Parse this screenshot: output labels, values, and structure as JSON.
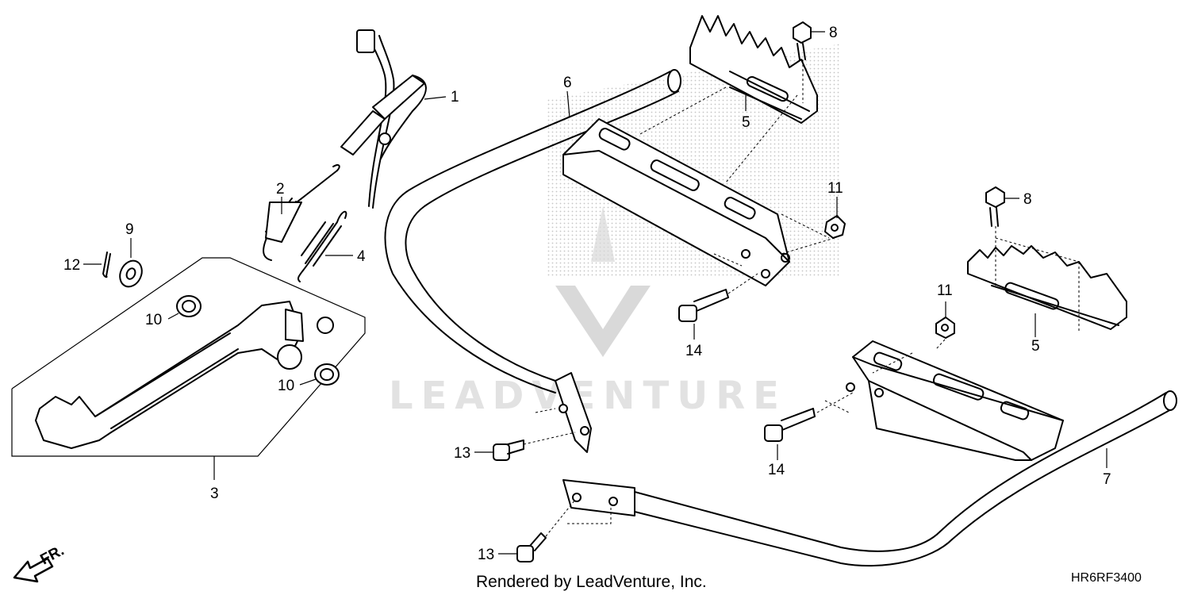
{
  "watermark": {
    "text": "LEADVENTURE"
  },
  "callouts": {
    "c1": "1",
    "c2": "2",
    "c3": "3",
    "c4": "4",
    "c5a": "5",
    "c5b": "5",
    "c6": "6",
    "c7": "7",
    "c8a": "8",
    "c8b": "8",
    "c9": "9",
    "c10a": "10",
    "c10b": "10",
    "c11a": "11",
    "c11b": "11",
    "c12": "12",
    "c13a": "13",
    "c13b": "13",
    "c14a": "14",
    "c14b": "14"
  },
  "direction_label": "FR.",
  "footer": {
    "credit": "Rendered by LeadVenture, Inc.",
    "diagram_code": "HR6RF3400"
  }
}
